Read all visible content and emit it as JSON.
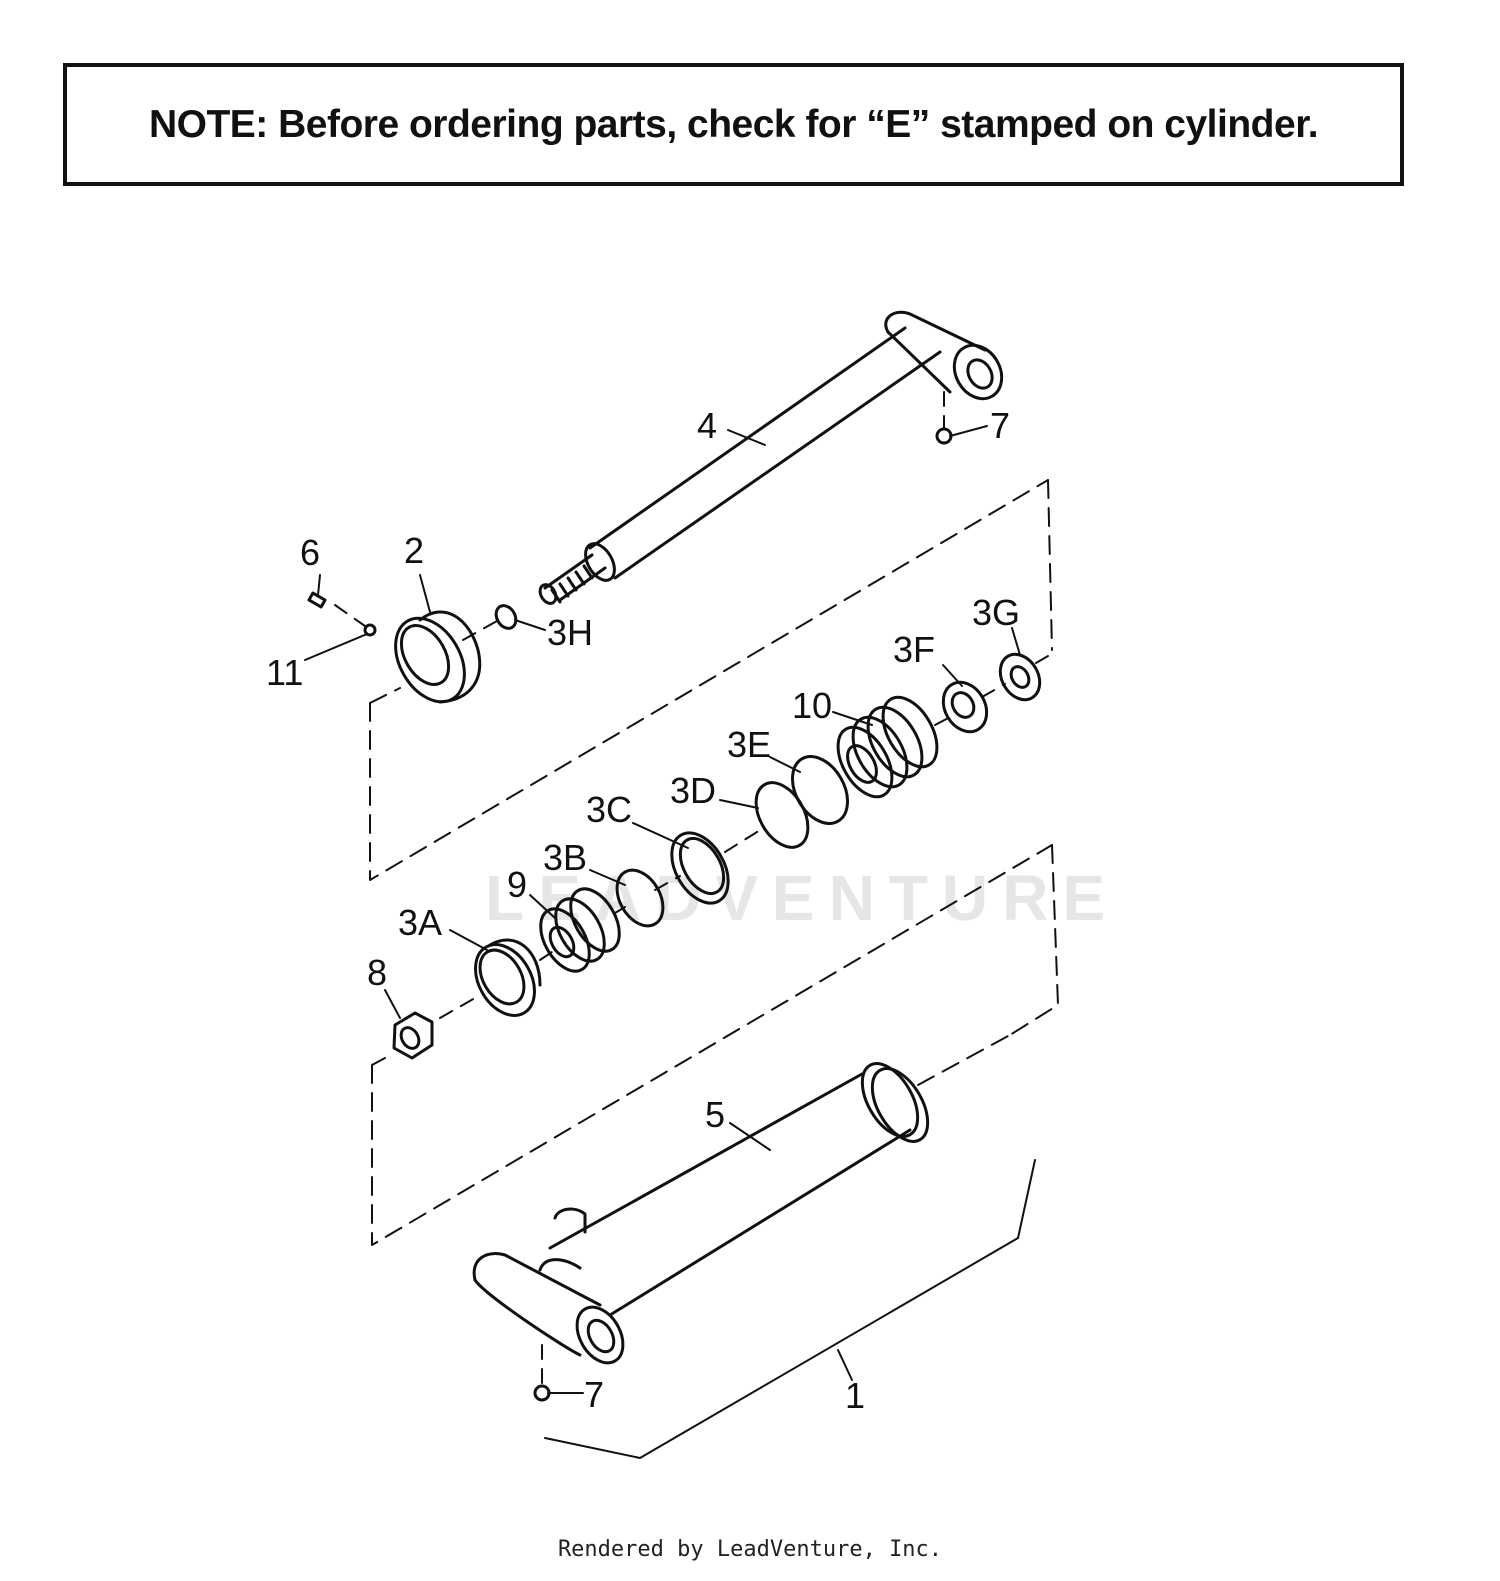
{
  "note": {
    "label": "NOTE:",
    "text": "Before ordering parts, check for “E” stamped on cylinder."
  },
  "callouts": {
    "c1": "1",
    "c2": "2",
    "c3A": "3A",
    "c3B": "3B",
    "c3C": "3C",
    "c3D": "3D",
    "c3E": "3E",
    "c3F": "3F",
    "c3G": "3G",
    "c3H": "3H",
    "c4": "4",
    "c5": "5",
    "c6": "6",
    "c7_top": "7",
    "c7_bottom": "7",
    "c8": "8",
    "c9": "9",
    "c10": "10",
    "c11": "11"
  },
  "watermark": "LEADVENTURE",
  "footer": "Rendered by LeadVenture, Inc."
}
